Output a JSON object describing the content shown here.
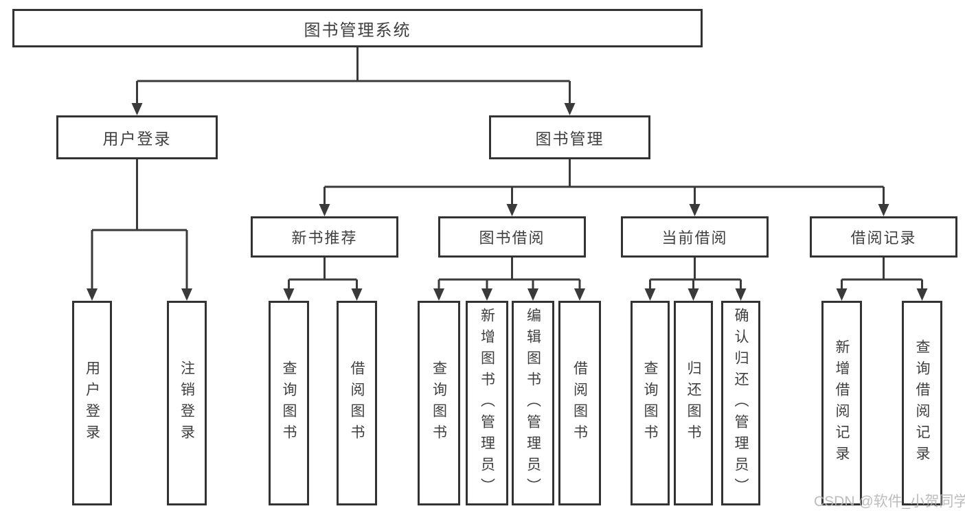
{
  "diagram": {
    "root": {
      "label": "图书管理系统"
    },
    "branches": [
      {
        "label": "用户登录",
        "children": [
          {
            "label": "用户登录"
          },
          {
            "label": "注销登录"
          }
        ]
      },
      {
        "label": "图书管理",
        "children": [
          {
            "label": "新书推荐",
            "children": [
              {
                "label": "查询图书"
              },
              {
                "label": "借阅图书"
              }
            ]
          },
          {
            "label": "图书借阅",
            "children": [
              {
                "label": "查询图书"
              },
              {
                "label": "新增图书（管理员）"
              },
              {
                "label": "编辑图书（管理员）"
              },
              {
                "label": "借阅图书"
              }
            ]
          },
          {
            "label": "当前借阅",
            "children": [
              {
                "label": "查询图书"
              },
              {
                "label": "归还图书"
              },
              {
                "label": "确认归还（管理员）"
              }
            ]
          },
          {
            "label": "借阅记录",
            "children": [
              {
                "label": "新增借阅记录"
              },
              {
                "label": "查询借阅记录"
              }
            ]
          }
        ]
      }
    ]
  },
  "watermark": "CSDN @软件_小贺同学",
  "colors": {
    "line": "#3a3a3a",
    "border": "#333333",
    "text": "#3f3f3f",
    "watermark": "#b5b5b5"
  }
}
